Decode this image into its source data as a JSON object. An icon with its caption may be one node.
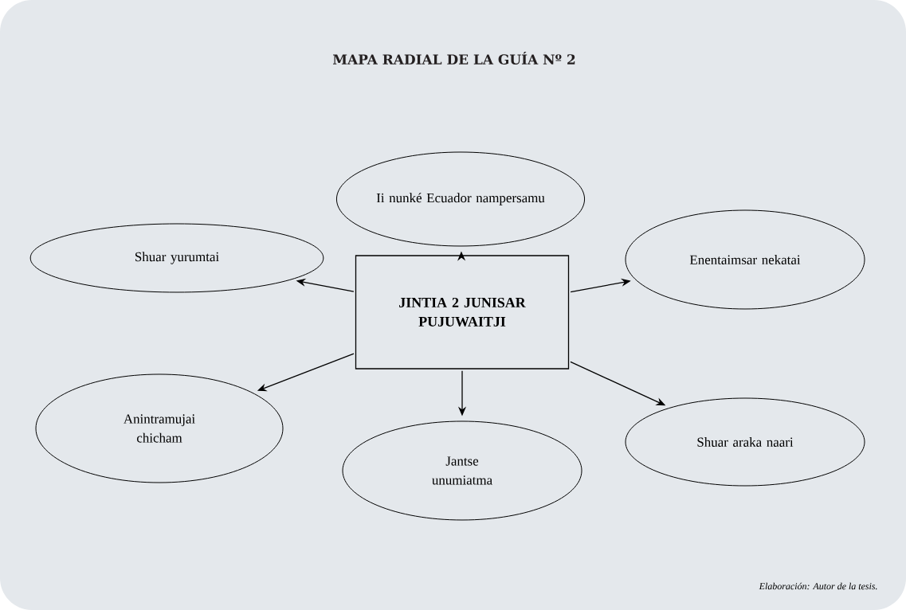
{
  "diagram": {
    "title": "MAPA RADIAL DE LA GUÍA Nº 2",
    "caption": "Elaboración: Autor de la tesis.",
    "nodes": [
      {
        "text": [
          "JINTIA 2 JUNISAR PUJUWAITJI"
        ]
      },
      {
        "text": [
          "Ii nunké Ecuador nampersamu"
        ]
      },
      {
        "text": [
          "Shuar yurumtai"
        ]
      },
      {
        "text": [
          "Enentaimsar nekatai"
        ]
      },
      {
        "text": [
          "Anintramujai chicham"
        ]
      },
      {
        "text": [
          "Jantse unumiatma"
        ]
      },
      {
        "text": [
          "Shuar araka naari"
        ]
      }
    ],
    "edges": [
      {
        "from": 0,
        "to": 1,
        "arrow": "to"
      },
      {
        "from": 0,
        "to": 2,
        "arrow": "to"
      },
      {
        "from": 0,
        "to": 3,
        "arrow": "to"
      },
      {
        "from": 0,
        "to": 4,
        "arrow": "to"
      },
      {
        "from": 0,
        "to": 5,
        "arrow": "to"
      },
      {
        "from": 0,
        "to": 6,
        "arrow": "to"
      }
    ]
  }
}
